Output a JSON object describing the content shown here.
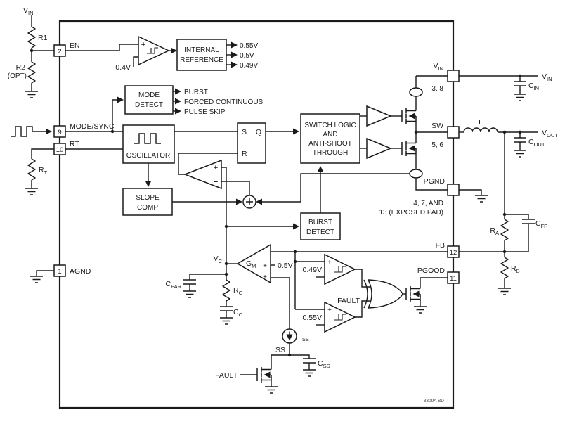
{
  "colors": {
    "ink": "#1a1a1a",
    "background": "#ffffff"
  },
  "note": "3309A BD",
  "sym": {
    "plus": "+",
    "minus": "−"
  },
  "pins": {
    "en": {
      "num": "2",
      "name": "EN"
    },
    "mode_sync": {
      "num": "9",
      "name": "MODE/SYNC"
    },
    "rt": {
      "num": "10",
      "name": "RT"
    },
    "agnd": {
      "num": "1",
      "name": "AGND"
    },
    "vin": {
      "name": {
        "t": "V",
        "s": "IN"
      },
      "nums": "3, 8"
    },
    "sw": {
      "name": "SW",
      "nums": "5, 6"
    },
    "pgnd": {
      "name": "PGND",
      "nums1": "4, 7, AND",
      "nums2": "13 (EXPOSED PAD)"
    },
    "fb": {
      "num": "12",
      "name": "FB"
    },
    "pgood": {
      "num": "11",
      "name": "PGOOD"
    }
  },
  "blocks": {
    "reference": {
      "l1": "INTERNAL",
      "l2": "REFERENCE",
      "outs": [
        "0.55V",
        "0.5V",
        "0.49V"
      ]
    },
    "mode_detect": {
      "l1": "MODE",
      "l2": "DETECT",
      "outs": [
        "BURST",
        "FORCED CONTINUOUS",
        "PULSE SKIP"
      ]
    },
    "oscillator": "OSCILLATOR",
    "latch": {
      "s": "S",
      "q": "Q",
      "r": "R"
    },
    "switch_logic": {
      "l1": "SWITCH LOGIC",
      "l2": "AND",
      "l3": "ANTI-SHOOT",
      "l4": "THROUGH"
    },
    "slope_comp": {
      "l1": "SLOPE",
      "l2": "COMP"
    },
    "burst_detect": {
      "l1": "BURST",
      "l2": "DETECT"
    }
  },
  "signals": {
    "en_ref": "0.4V",
    "gm_ref": "0.5V",
    "uv_ref": "0.49V",
    "ov_ref": "0.55V",
    "fault": "FAULT",
    "ss": "SS",
    "vc": {
      "t": "V",
      "s": "C"
    },
    "gm": {
      "t": "G",
      "s": "M"
    }
  },
  "external": {
    "vin_top": {
      "t": "V",
      "s": "IN"
    },
    "r1": "R1",
    "r2": "R2",
    "r2_opt": "(OPT)",
    "rt": {
      "t": "R",
      "s": "T"
    },
    "vin_right": {
      "t": "V",
      "s": "IN"
    },
    "cin": {
      "t": "C",
      "s": "IN"
    },
    "inductor": "L",
    "vout": {
      "t": "V",
      "s": "OUT"
    },
    "cout": {
      "t": "C",
      "s": "OUT"
    },
    "ra": {
      "t": "R",
      "s": "A"
    },
    "cff": {
      "t": "C",
      "s": "FF"
    },
    "rb": {
      "t": "R",
      "s": "B"
    }
  },
  "internal_passives": {
    "cpar": {
      "t": "C",
      "s": "PAR"
    },
    "rc": {
      "t": "R",
      "s": "C"
    },
    "cc": {
      "t": "C",
      "s": "C"
    },
    "iss": {
      "t": "I",
      "s": "SS"
    },
    "css": {
      "t": "C",
      "s": "SS"
    }
  }
}
